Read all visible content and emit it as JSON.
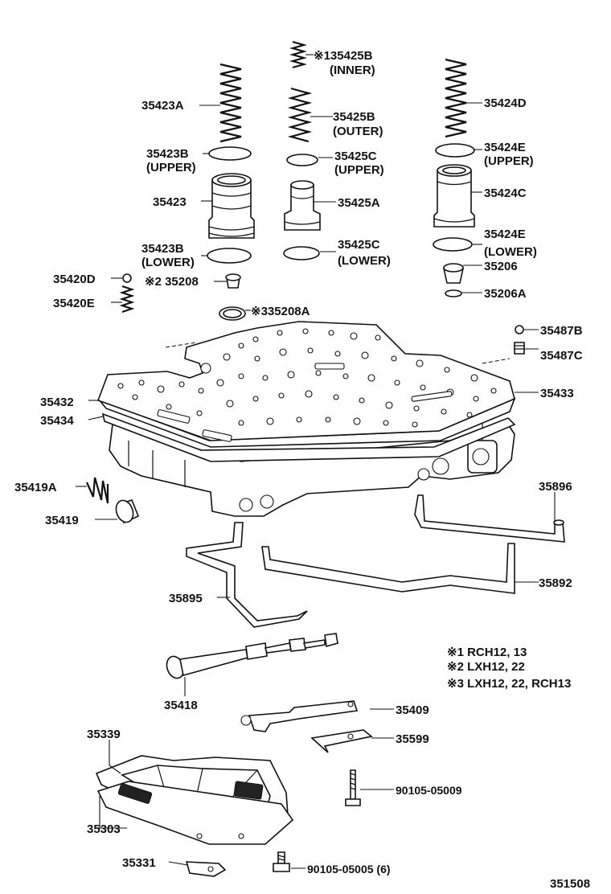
{
  "labels": {
    "p135425B": "※135425B",
    "inner": "(INNER)",
    "p35423A": "35423A",
    "p35425B": "35425B",
    "outer": "(OUTER)",
    "p35424D": "35424D",
    "p35423B": "35423B",
    "upper_a": "(UPPER)",
    "p35425C": "35425C",
    "upper_b": "(UPPER)",
    "p35424E": "35424E",
    "upper_c": "(UPPER)",
    "p35423": "35423",
    "p35425A": "35425A",
    "p35424C": "35424C",
    "p35423B_lower": "35423B",
    "lower_a": "(LOWER)",
    "p35425C_lower": "35425C",
    "lower_b": "(LOWER)",
    "p35424E_lower": "35424E",
    "lower_c": "(LOWER)",
    "p35206": "35206",
    "p35420D": "35420D",
    "p235208": "※2 35208",
    "p35206A": "35206A",
    "p35420E": "35420E",
    "p335208A": "※335208A",
    "p35487B": "35487B",
    "p35487C": "35487C",
    "p35432": "35432",
    "p35433": "35433",
    "p35434": "35434",
    "p35419A": "35419A",
    "p35896": "35896",
    "p35419": "35419",
    "p35892": "35892",
    "p35895": "35895",
    "p35418": "35418",
    "p35409": "35409",
    "p35339": "35339",
    "p35599": "35599",
    "p90105_05009": "90105-05009",
    "p35303": "35303",
    "p35331": "35331",
    "p90105_05005": "90105-05005 (6)",
    "diagram_no": "351508"
  },
  "notes": [
    "※1 RCH12, 13",
    "※2  LXH12, 22",
    "※3  LXH12, 22, RCH13"
  ]
}
